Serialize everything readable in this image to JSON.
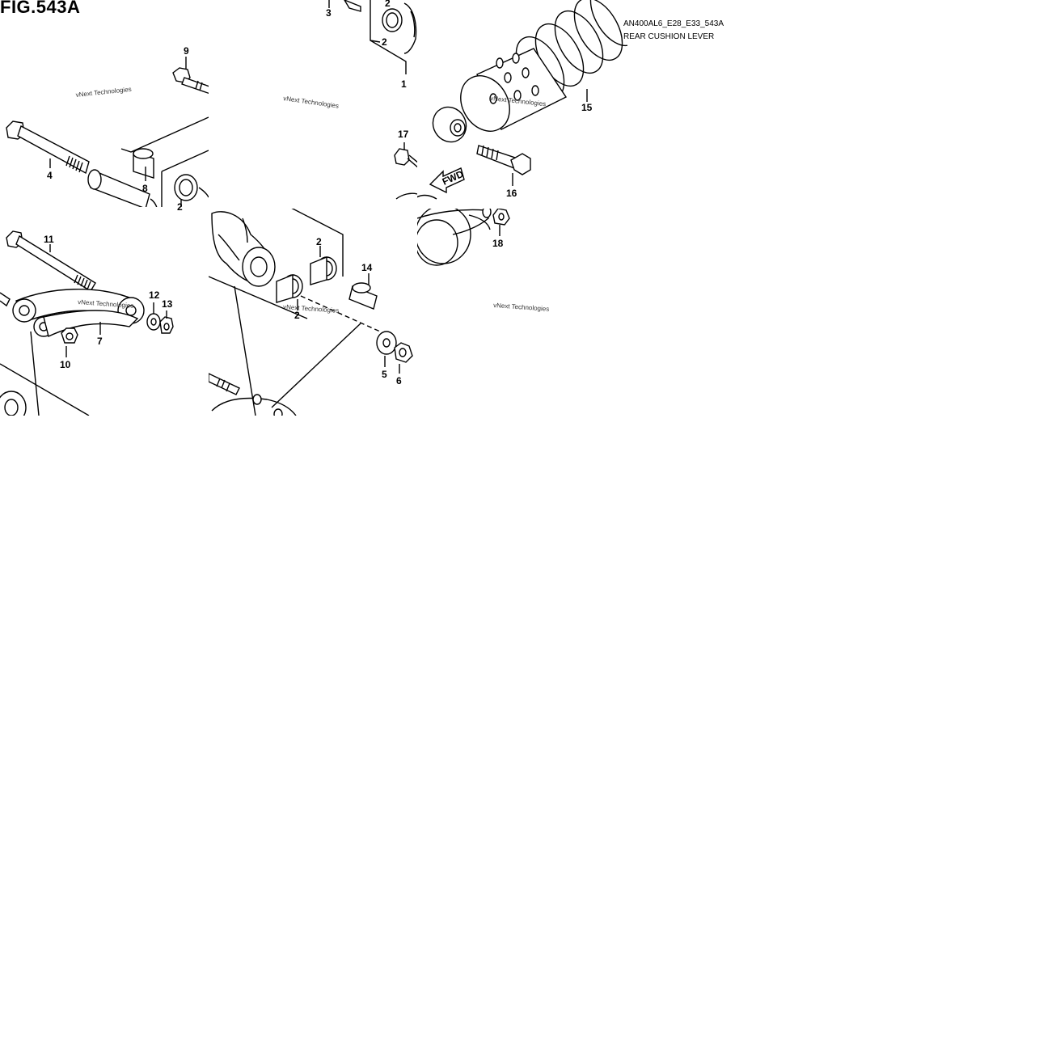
{
  "figure": {
    "title": "FIG.543A",
    "code": "AN400AL6_E28_E33_543A",
    "name": "REAR CUSHION LEVER",
    "watermark": "vNext Technologies",
    "fwd_label": "FWD"
  },
  "callouts": {
    "c1": "1",
    "c2a": "2",
    "c2b": "2",
    "c2c": "2",
    "c2d": "2",
    "c2e": "2",
    "c3": "3",
    "c4": "4",
    "c5": "5",
    "c6": "6",
    "c7": "7",
    "c8": "8",
    "c9": "9",
    "c10": "10",
    "c11": "11",
    "c12": "12",
    "c13": "13",
    "c14": "14",
    "c15": "15",
    "c16": "16",
    "c17": "17",
    "c18": "18"
  }
}
